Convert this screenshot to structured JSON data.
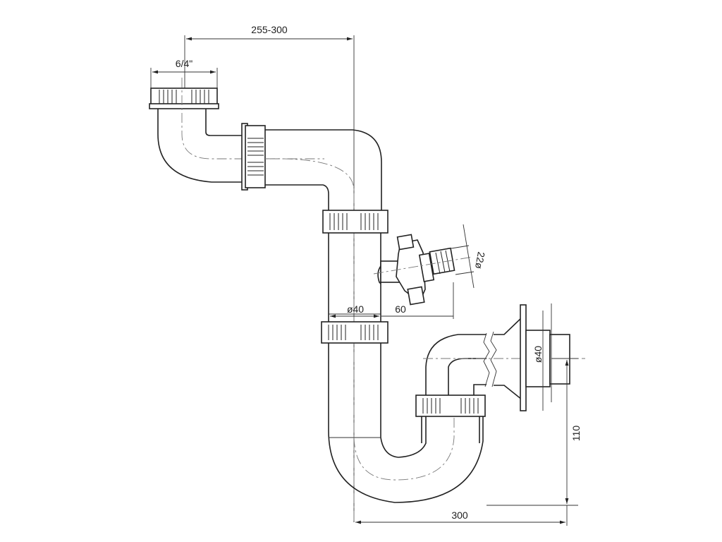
{
  "dimensions": {
    "top_width": "255-300",
    "inlet_size": "6/4\"",
    "hose_diameter": "22ø",
    "pipe_diameter": "ø40",
    "branch_offset": "60",
    "outlet_diameter": "ø40",
    "outlet_height": "110",
    "bottom_width": "300"
  },
  "colors": {
    "line": "#222222",
    "background": "#ffffff"
  }
}
